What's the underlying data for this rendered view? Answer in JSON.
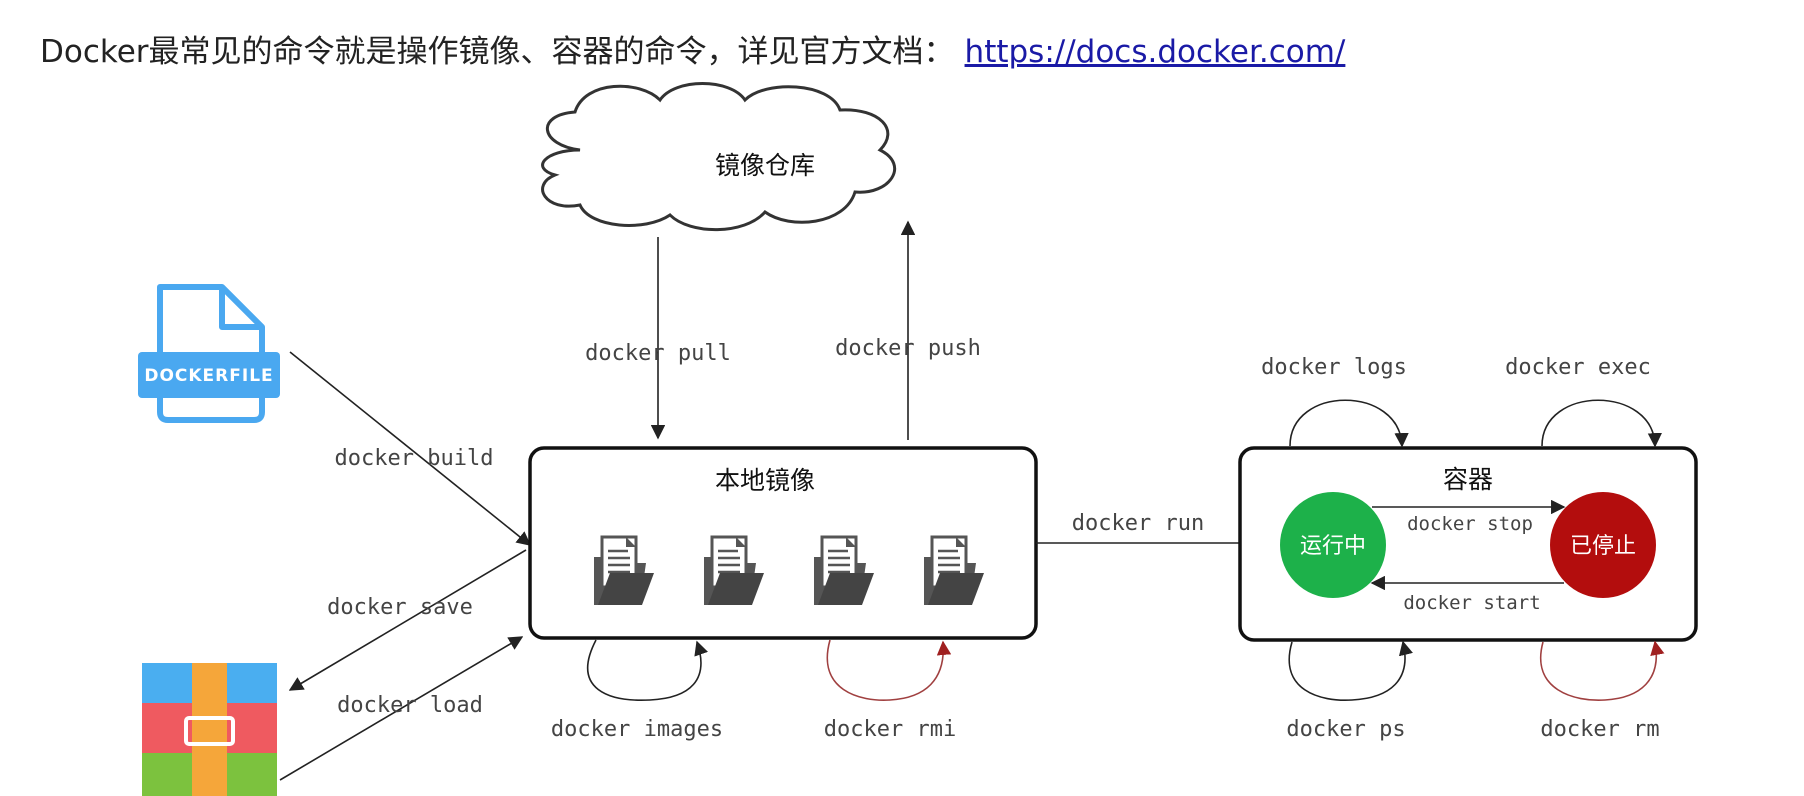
{
  "heading": {
    "text": "Docker最常见的命令就是操作镜像、容器的命令，详见官方文档：",
    "link": "https://docs.docker.com/"
  },
  "nodes": {
    "registry": "镜像仓库",
    "local_images": "本地镜像",
    "container": "容器",
    "running": "运行中",
    "stopped": "已停止",
    "dockerfile": "DOCKERFILE"
  },
  "commands": {
    "pull": "docker pull",
    "push": "docker push",
    "build": "docker build",
    "save": "docker save",
    "load": "docker load",
    "images": "docker images",
    "rmi": "docker rmi",
    "run": "docker run",
    "logs": "docker logs",
    "exec": "docker exec",
    "stop": "docker stop",
    "start": "docker start",
    "ps": "docker ps",
    "rm": "docker rm"
  },
  "colors": {
    "running": "#1db14a",
    "stopped": "#b30d0d",
    "dockerfile": "#4aa8f0",
    "loop_red": "#a04040"
  },
  "icons": {
    "dockerfile": "dockerfile-icon",
    "archive": "archive-icon",
    "image": "image-file-icon",
    "cloud": "cloud-icon"
  }
}
